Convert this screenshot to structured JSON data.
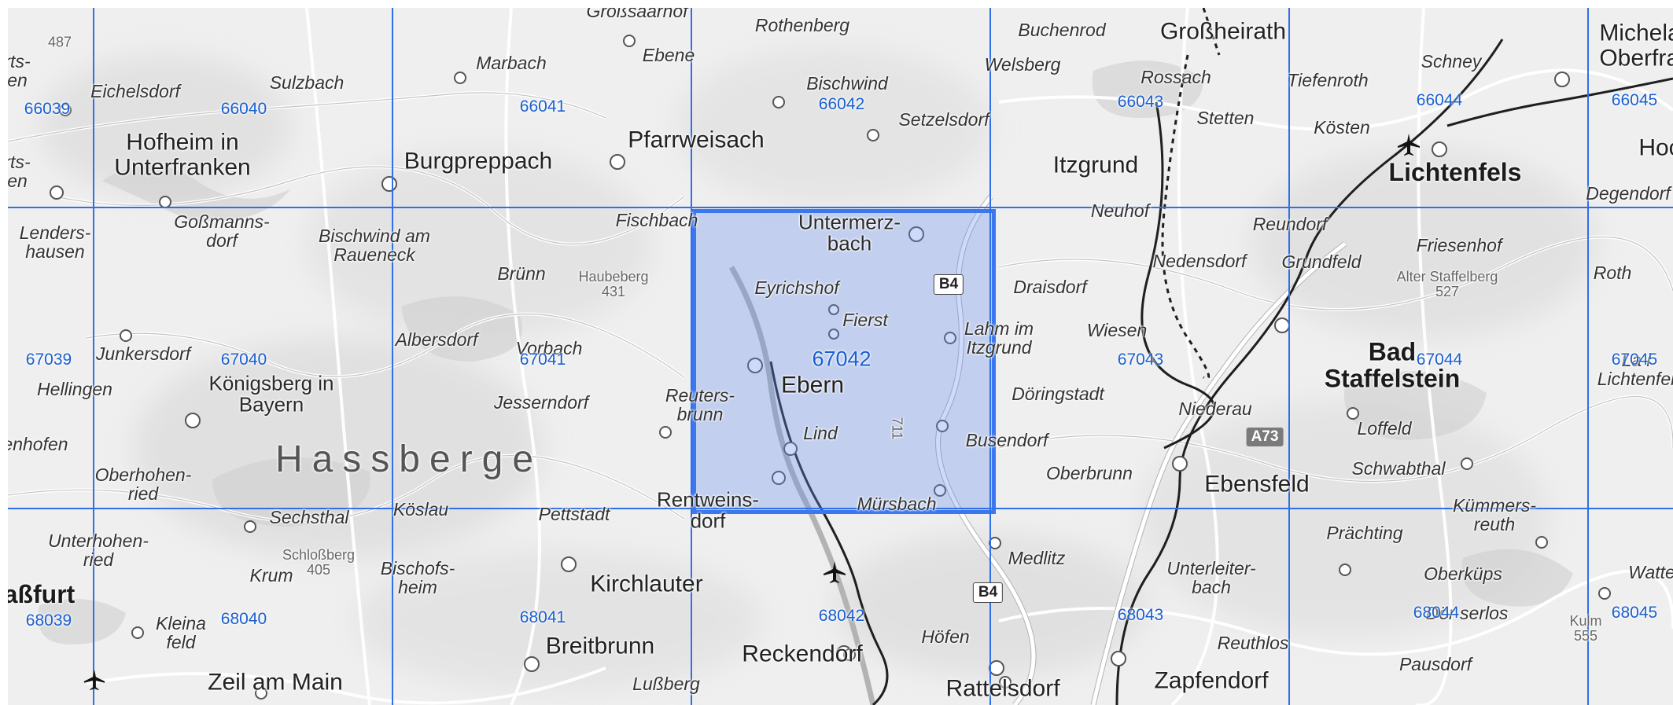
{
  "map": {
    "places": [
      {
        "id": "eichelsdorf",
        "text": "Eichelsdorf",
        "cls": "sm"
      },
      {
        "id": "sulzbach",
        "text": "Sulzbach",
        "cls": "sm"
      },
      {
        "id": "marbach",
        "text": "Marbach",
        "cls": "sm"
      },
      {
        "id": "grosssaarhof",
        "text": "Großsaarhof",
        "cls": "sm"
      },
      {
        "id": "ebene",
        "text": "Ebene",
        "cls": "sm"
      },
      {
        "id": "rothenberg",
        "text": "Rothenberg",
        "cls": "sm"
      },
      {
        "id": "bischwind",
        "text": "Bischwind",
        "cls": "sm"
      },
      {
        "id": "setzelsdorf",
        "text": "Setzelsdorf",
        "cls": "sm"
      },
      {
        "id": "buchenrod",
        "text": "Buchenrod",
        "cls": "sm"
      },
      {
        "id": "grossheirath",
        "text": "Großheirath",
        "cls": "big"
      },
      {
        "id": "welsberg",
        "text": "Welsberg",
        "cls": "sm"
      },
      {
        "id": "rossach",
        "text": "Rossach",
        "cls": "sm"
      },
      {
        "id": "tiefenroth",
        "text": "Tiefenroth",
        "cls": "sm"
      },
      {
        "id": "schney",
        "text": "Schney",
        "cls": "sm"
      },
      {
        "id": "michelau",
        "text": "Michela\nOberfra",
        "cls": "big"
      },
      {
        "id": "hofheim",
        "text": "Hofheim in\nUnterfranken",
        "cls": "big"
      },
      {
        "id": "burgpreppach",
        "text": "Burgpreppach",
        "cls": "big"
      },
      {
        "id": "pfarrweisach",
        "text": "Pfarrweisach",
        "cls": "big"
      },
      {
        "id": "itzgrund",
        "text": "Itzgrund",
        "cls": "big"
      },
      {
        "id": "stetten",
        "text": "Stetten",
        "cls": "sm"
      },
      {
        "id": "koesten",
        "text": "Kösten",
        "cls": "sm"
      },
      {
        "id": "lichtenfels",
        "text": "Lichtenfels",
        "cls": "bold"
      },
      {
        "id": "hoc",
        "text": "Hoc",
        "cls": "big"
      },
      {
        "id": "degendorf",
        "text": "Degendorf",
        "cls": "sm"
      },
      {
        "id": "lendershausen",
        "text": "Lenders-\nhausen",
        "cls": "sm"
      },
      {
        "id": "gossmannsdorf",
        "text": "Goßmanns-\ndorf",
        "cls": "sm"
      },
      {
        "id": "bischwindrau",
        "text": "Bischwind am\nRaueneck",
        "cls": "sm"
      },
      {
        "id": "fischbach",
        "text": "Fischbach",
        "cls": "sm"
      },
      {
        "id": "untermerzbach",
        "text": "Untermerz-\nbach",
        "cls": "mid"
      },
      {
        "id": "neuhof",
        "text": "Neuhof",
        "cls": "sm"
      },
      {
        "id": "reundorf",
        "text": "Reundorf",
        "cls": "sm"
      },
      {
        "id": "bruenn",
        "text": "Brünn",
        "cls": "sm"
      },
      {
        "id": "eyrichshof",
        "text": "Eyrichshof",
        "cls": "sm"
      },
      {
        "id": "draisdorf",
        "text": "Draisdorf",
        "cls": "sm"
      },
      {
        "id": "nedensdorf",
        "text": "Nedensdorf",
        "cls": "sm"
      },
      {
        "id": "grundfeld",
        "text": "Grundfeld",
        "cls": "sm"
      },
      {
        "id": "friesenhof",
        "text": "Friesenhof",
        "cls": "sm"
      },
      {
        "id": "roth",
        "text": "Roth",
        "cls": "sm"
      },
      {
        "id": "junkersdorf",
        "text": "Junkersdorf",
        "cls": "sm"
      },
      {
        "id": "albersdorf",
        "text": "Albersdorf",
        "cls": "sm"
      },
      {
        "id": "vorbach",
        "text": "Vorbach",
        "cls": "sm"
      },
      {
        "id": "fierst",
        "text": "Fierst",
        "cls": "sm"
      },
      {
        "id": "lahm",
        "text": "Lahm im\nItzgrund",
        "cls": "sm"
      },
      {
        "id": "wiesen",
        "text": "Wiesen",
        "cls": "sm"
      },
      {
        "id": "badstaffelstein",
        "text": "Bad\nStaffelstein",
        "cls": "bold"
      },
      {
        "id": "lichtenfels2",
        "text": "La  i\nLichtenfel",
        "cls": "sm"
      },
      {
        "id": "koenigsberg",
        "text": "Königsberg in\nBayern",
        "cls": "mid"
      },
      {
        "id": "hellingen",
        "text": "Hellingen",
        "cls": "sm"
      },
      {
        "id": "jesserndorf",
        "text": "Jesserndorf",
        "cls": "sm"
      },
      {
        "id": "reutersbrunn",
        "text": "Reuters-\nbrunn",
        "cls": "sm"
      },
      {
        "id": "ebern",
        "text": "Ebern",
        "cls": "big"
      },
      {
        "id": "doeringstadt",
        "text": "Döringstadt",
        "cls": "sm"
      },
      {
        "id": "niederau",
        "text": "Niederau",
        "cls": "sm"
      },
      {
        "id": "loffeld",
        "text": "Loffeld",
        "cls": "sm"
      },
      {
        "id": "nhofen",
        "text": "enhofen",
        "cls": "sm"
      },
      {
        "id": "lind",
        "text": "Lind",
        "cls": "sm"
      },
      {
        "id": "busendorf",
        "text": "Busendorf",
        "cls": "sm"
      },
      {
        "id": "hassberge",
        "text": "Hassberge",
        "cls": "region"
      },
      {
        "id": "oberhohenried",
        "text": "Oberhohen-\nried",
        "cls": "sm"
      },
      {
        "id": "oberbrunn",
        "text": "Oberbrunn",
        "cls": "sm"
      },
      {
        "id": "ebensfeld",
        "text": "Ebensfeld",
        "cls": "big"
      },
      {
        "id": "schwabthal",
        "text": "Schwabthal",
        "cls": "sm"
      },
      {
        "id": "kuemmersreuth",
        "text": "Kümmers-\nreuth",
        "cls": "sm"
      },
      {
        "id": "sechsthal",
        "text": "Sechsthal",
        "cls": "sm"
      },
      {
        "id": "koeslau",
        "text": "Köslau",
        "cls": "sm"
      },
      {
        "id": "pettstadt",
        "text": "Pettstadt",
        "cls": "sm"
      },
      {
        "id": "rentweinsdorf",
        "text": "Rentweins-\ndorf",
        "cls": "mid"
      },
      {
        "id": "muersbach",
        "text": "Mürsbach",
        "cls": "sm"
      },
      {
        "id": "praechting",
        "text": "Prächting",
        "cls": "sm"
      },
      {
        "id": "unterhohenried",
        "text": "Unterhohen-\nried",
        "cls": "sm"
      },
      {
        "id": "krum",
        "text": "Krum",
        "cls": "sm"
      },
      {
        "id": "bischofsheim",
        "text": "Bischofs-\nheim",
        "cls": "sm"
      },
      {
        "id": "medlitz",
        "text": "Medlitz",
        "cls": "sm"
      },
      {
        "id": "unterleiterbach",
        "text": "Unterleiter-\nbach",
        "cls": "sm"
      },
      {
        "id": "oberkuebs",
        "text": "Oberküps",
        "cls": "sm"
      },
      {
        "id": "watte",
        "text": "Watte",
        "cls": "sm"
      },
      {
        "id": "hassfurt",
        "text": "aßfurt",
        "cls": "bold"
      },
      {
        "id": "kirchlauter",
        "text": "Kirchlauter",
        "cls": "big"
      },
      {
        "id": "kleinaufeld",
        "text": "Kleina\nfeld",
        "cls": "sm"
      },
      {
        "id": "doerserlos",
        "text": "Dör       serlos",
        "cls": "sm"
      },
      {
        "id": "breitbrunn",
        "text": "Breitbrunn",
        "cls": "big"
      },
      {
        "id": "reckendorf",
        "text": "Reckendorf",
        "cls": "big"
      },
      {
        "id": "hoefen",
        "text": "Höfen",
        "cls": "sm"
      },
      {
        "id": "reuthlos",
        "text": "Reuthlos",
        "cls": "sm"
      },
      {
        "id": "pausdorf",
        "text": "Pausdorf",
        "cls": "sm"
      },
      {
        "id": "zeil",
        "text": "Zeil am Main",
        "cls": "big"
      },
      {
        "id": "lussberg",
        "text": "Lußberg",
        "cls": "sm"
      },
      {
        "id": "rattelsdorf",
        "text": "Rattelsdorf",
        "cls": "big"
      },
      {
        "id": "zapfendorf",
        "text": "Zapfendorf",
        "cls": "big"
      },
      {
        "id": "rts",
        "text": "rts-\nen",
        "cls": "sm"
      },
      {
        "id": "rts2",
        "text": "rts-\nen",
        "cls": "sm"
      }
    ],
    "peaks": [
      {
        "id": "p487",
        "text": "487"
      },
      {
        "id": "haubeberg",
        "text": "Haubeberg\n431"
      },
      {
        "id": "staffelberg",
        "text": "Alter Staffelberg\n527"
      },
      {
        "id": "schlossberg",
        "text": "Schloßberg\n405"
      },
      {
        "id": "kulm",
        "text": "Kulm\n555"
      },
      {
        "id": "p711",
        "text": "711"
      }
    ],
    "roads": [
      {
        "id": "b4-top",
        "text": "B4",
        "type": "b"
      },
      {
        "id": "b4-bottom",
        "text": "B4",
        "type": "b"
      },
      {
        "id": "a73",
        "text": "A73",
        "type": "a"
      }
    ]
  },
  "grid": {
    "cells": [
      {
        "id": "66039",
        "text": "66039"
      },
      {
        "id": "66040",
        "text": "66040"
      },
      {
        "id": "66041",
        "text": "66041"
      },
      {
        "id": "66042",
        "text": "66042"
      },
      {
        "id": "66043",
        "text": "66043"
      },
      {
        "id": "66044",
        "text": "66044"
      },
      {
        "id": "66045",
        "text": "66045"
      },
      {
        "id": "67039",
        "text": "67039"
      },
      {
        "id": "67040",
        "text": "67040"
      },
      {
        "id": "67041",
        "text": "67041"
      },
      {
        "id": "67042",
        "text": "67042"
      },
      {
        "id": "67043",
        "text": "67043"
      },
      {
        "id": "67044",
        "text": "67044"
      },
      {
        "id": "67045",
        "text": "67045"
      },
      {
        "id": "68039",
        "text": "68039"
      },
      {
        "id": "68040",
        "text": "68040"
      },
      {
        "id": "68041",
        "text": "68041"
      },
      {
        "id": "68042",
        "text": "68042"
      },
      {
        "id": "68043",
        "text": "68043"
      },
      {
        "id": "68044",
        "text": "68044"
      },
      {
        "id": "68045",
        "text": "68045"
      }
    ],
    "selected": "67042",
    "colors": {
      "grid": "#2f6fe8",
      "selection_fill": "#6a8fe6",
      "label": "#1a5fd0"
    }
  },
  "icons": [
    "airport-icon",
    "airport-icon"
  ]
}
